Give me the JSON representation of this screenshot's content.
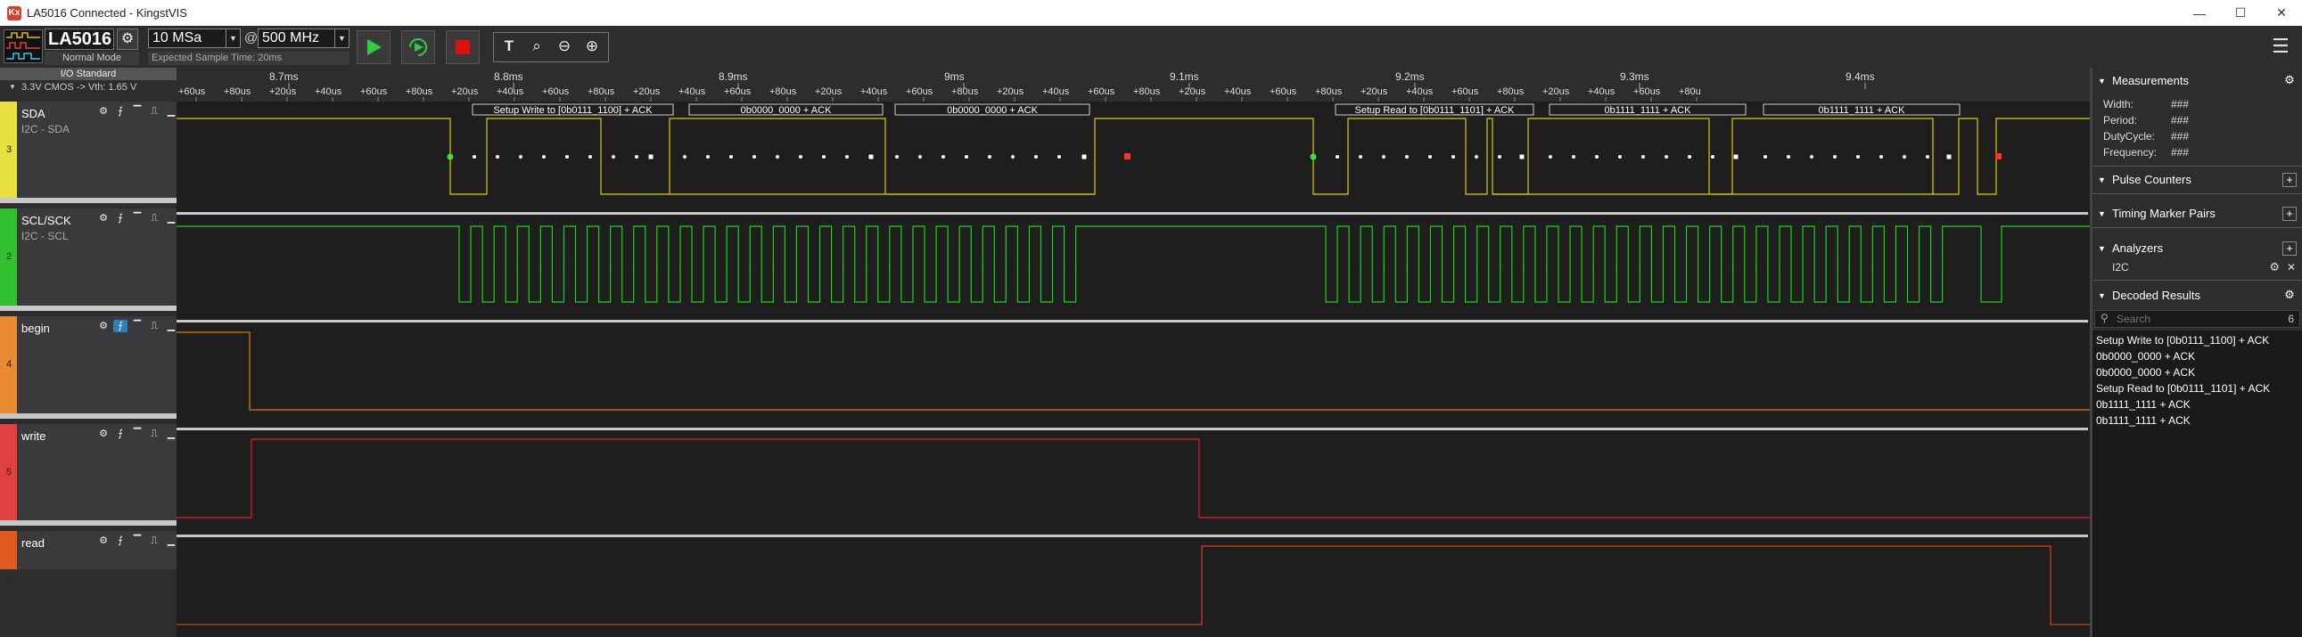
{
  "window": {
    "title": "LA5016 Connected - KingstVIS",
    "app_icon": "Kx",
    "btn_min": "—",
    "btn_max": "☐",
    "btn_close": "✕"
  },
  "toolbar": {
    "device_name": "LA5016",
    "device_mode": "Normal Mode",
    "sample_count": "10 MSa",
    "at_sign": "@",
    "sample_rate": "500 MHz",
    "expected_time": "Expected Sample Time: 20ms",
    "combo_arrow": "▼",
    "gear": "⚙",
    "hamburger": "☰",
    "cursor_tool": "T",
    "zoom_fit": "⌕",
    "zoom_out": "⊖",
    "zoom_in": "⊕"
  },
  "io": {
    "standard_label": "I/O Standard",
    "level": "3.3V CMOS -> Vth: 1.65 V",
    "tri": "▼"
  },
  "channels": [
    {
      "index": "3",
      "name": "SDA",
      "subtitle": "I2C - SDA",
      "color": "#ffff00",
      "strip": "#e8e040",
      "wave": "#d8d000"
    },
    {
      "index": "2",
      "name": "SCL/SCK",
      "subtitle": "I2C - SCL",
      "color": "#00e000",
      "strip": "#30c030",
      "wave": "#20d020"
    },
    {
      "index": "4",
      "name": "begin",
      "subtitle": "",
      "color": "#ff8c00",
      "strip": "#e88a30",
      "wave": "#e07a00"
    },
    {
      "index": "5",
      "name": "write",
      "subtitle": "",
      "color": "#ff0000",
      "strip": "#e04040",
      "wave": "#e02020"
    },
    {
      "index": "6",
      "name": "read",
      "subtitle": "",
      "color": "#ff4500",
      "strip": "#e05a20",
      "wave": "#d84010"
    }
  ],
  "chan_icons": {
    "gear": "⚙",
    "edge": "⨍",
    "high": "▔",
    "pulse": "⎍",
    "low": "▁"
  },
  "timeline": {
    "major_labels": [
      "8.7ms",
      "8.8ms",
      "8.9ms",
      "9ms",
      "9.1ms",
      "9.2ms",
      "9.3ms",
      "9.4ms"
    ],
    "minor_labels": [
      "+60us",
      "+80us",
      "+20us",
      "+40us",
      "+60us",
      "+80us",
      "+20us",
      "+40us",
      "+60us",
      "+80us",
      "+20us",
      "+40us",
      "+60us",
      "+80us",
      "+20us",
      "+40us",
      "+60us",
      "+80us",
      "+20us",
      "+40us",
      "+60us",
      "+80us",
      "+20us",
      "+40us",
      "+60us",
      "+80us",
      "+20us",
      "+40us",
      "+60us",
      "+80us",
      "+20us",
      "+40us",
      "+60us",
      "+80u"
    ]
  },
  "decode_labels": [
    "Setup Write to [0b0111_1100] + ACK",
    "0b0000_0000 + ACK",
    "0b0000_0000 + ACK",
    "Setup Read to [0b0111_1101] + ACK",
    "0b1111_1111 + ACK",
    "0b1111_1111 + ACK"
  ],
  "right_panel": {
    "measurements": {
      "title": "Measurements",
      "rows": [
        {
          "label": "Width:",
          "value": "###"
        },
        {
          "label": "Period:",
          "value": "###"
        },
        {
          "label": "DutyCycle:",
          "value": "###"
        },
        {
          "label": "Frequency:",
          "value": "###"
        }
      ]
    },
    "pulse_counters": "Pulse Counters",
    "timing_marker_pairs": "Timing Marker Pairs",
    "analyzers": {
      "title": "Analyzers",
      "items": [
        "I2C"
      ]
    },
    "decoded_results": {
      "title": "Decoded Results",
      "search_placeholder": "Search",
      "count": "6",
      "items": [
        "Setup Write to [0b0111_1100] + ACK",
        "0b0000_0000 + ACK",
        "0b0000_0000 + ACK",
        "Setup Read to [0b0111_1101] + ACK",
        "0b1111_1111 + ACK",
        "0b1111_1111 + ACK"
      ]
    },
    "icons": {
      "tri": "▼",
      "plus": "+",
      "gear": "⚙",
      "close": "✕",
      "search": "⚲"
    }
  }
}
